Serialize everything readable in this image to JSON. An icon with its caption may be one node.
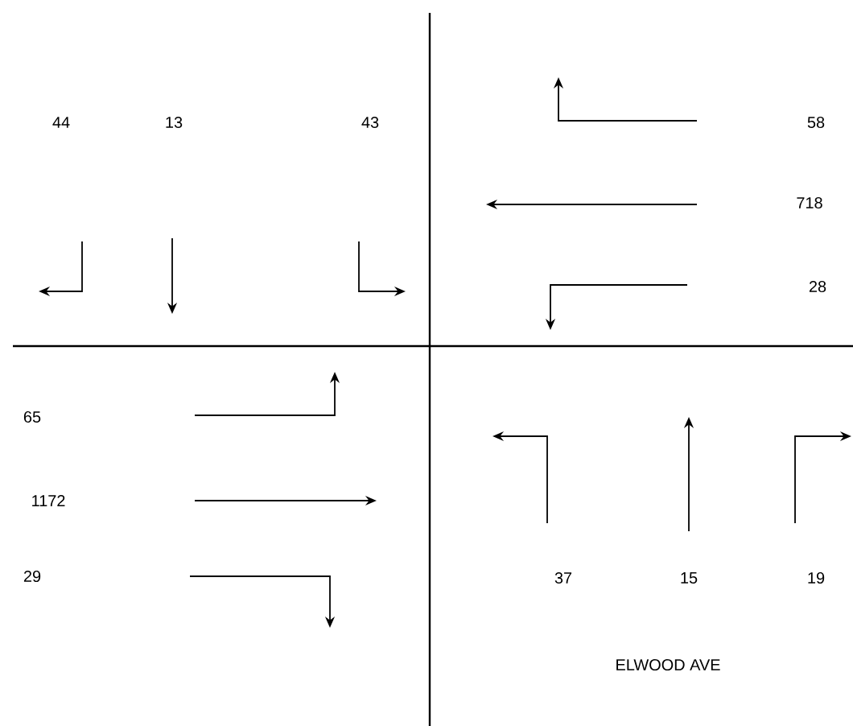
{
  "diagram": {
    "labels": [
      "44",
      "13",
      "43",
      "58",
      "718",
      "28",
      "65",
      "1172",
      "29",
      "37",
      "15",
      "19",
      "ELWOOD AVE"
    ]
  }
}
